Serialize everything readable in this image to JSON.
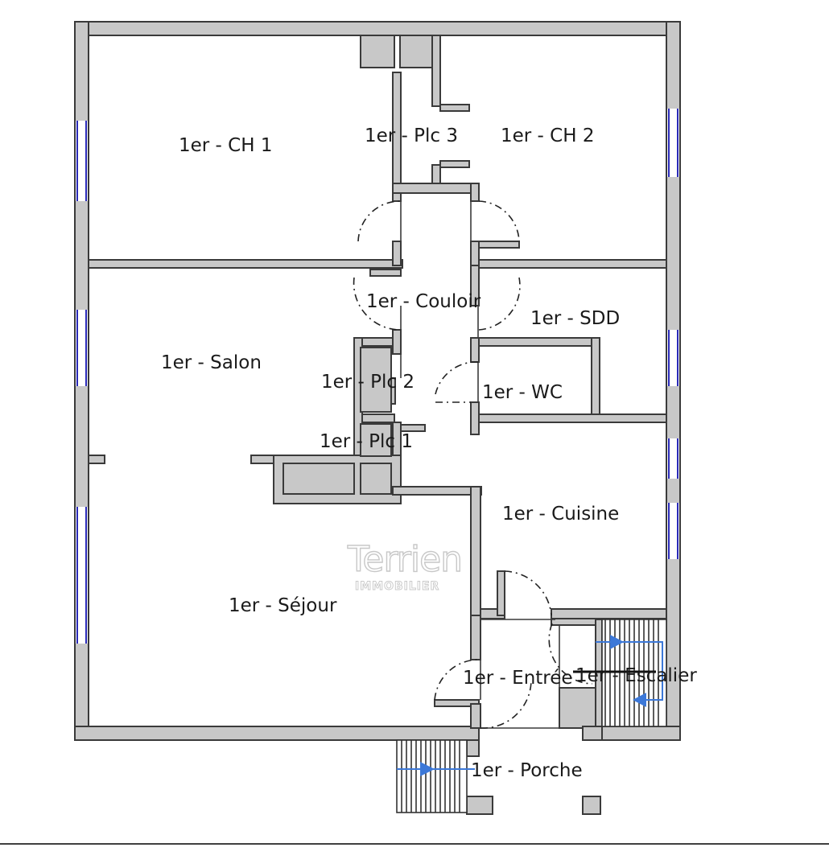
{
  "rooms": {
    "ch1": "1er - CH 1",
    "plc3": "1er - Plc 3",
    "ch2": "1er - CH 2",
    "couloir": "1er - Couloir",
    "sdd": "1er - SDD",
    "salon": "1er - Salon",
    "plc2": "1er - Plc 2",
    "wc": "1er - WC",
    "plc1": "1er - Plc 1",
    "cuisine": "1er - Cuisine",
    "sejour": "1er - Séjour",
    "entree": "1er - Entrée",
    "escalier": "1er - Escalier",
    "porche": "1er - Porche"
  },
  "watermark": {
    "brand": "Terrien",
    "tagline": "IMMOBILIER"
  },
  "colors": {
    "wall_fill": "#c8c8c8",
    "wall_stroke": "#3a3a3a",
    "window": "#2a2ab8",
    "stair_arrow": "#3c78d8"
  }
}
